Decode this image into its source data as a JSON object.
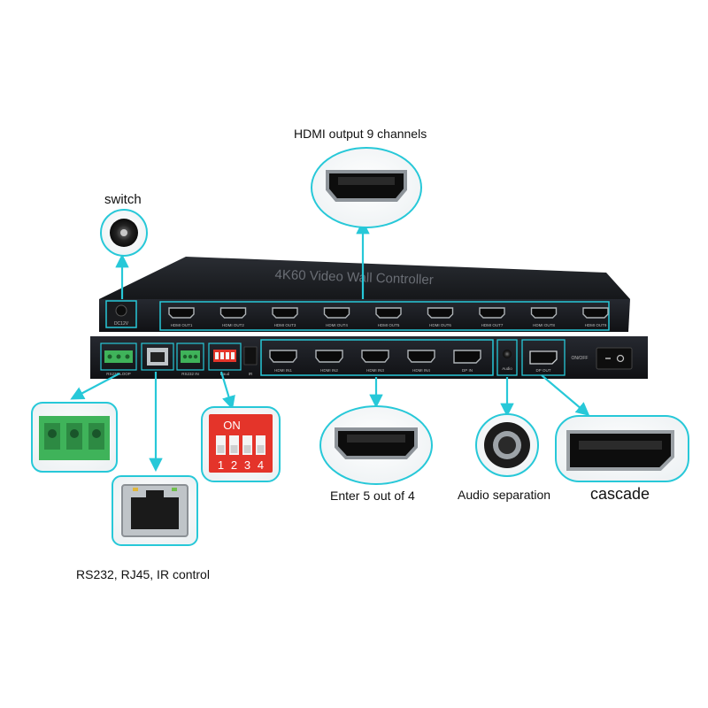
{
  "labels": {
    "hdmi_output": "HDMI output 9 channels",
    "switch": "switch",
    "enter": "Enter 5 out of 4",
    "audio": "Audio separation",
    "cascade": "cascade",
    "control": "RS232, RJ45, IR control"
  },
  "device": {
    "title": "4K60 Video Wall Controller",
    "dc_label": "DC12V",
    "outputs": [
      "HDMI OUT1",
      "HDMI OUT2",
      "HDMI OUT3",
      "HDMI OUT4",
      "HDMI OUT5",
      "HDMI OUT6",
      "HDMI OUT7",
      "HDMI OUT8",
      "HDMI OUT9"
    ],
    "inputs": [
      "HDMI IN1",
      "HDMI IN2",
      "HDMI IN3",
      "HDMI IN4",
      "DP IN"
    ],
    "rs232_loop": "RS232 LOOP",
    "rs232_in": "RS232 IN",
    "dip_label": "Baud",
    "ir_label": "IR",
    "audio_port": "Audio",
    "dp_out": "DP OUT",
    "power_label": "ON/OFF"
  },
  "dip_switch": {
    "on_label": "ON",
    "numbers": [
      "1",
      "2",
      "3",
      "4"
    ]
  },
  "colors": {
    "callout": "#27c8d8",
    "device": "#1d1f23",
    "dip": "#e4342a",
    "terminal": "#3fb35a"
  },
  "icons": [
    "dc-jack-icon",
    "hdmi-port-icon",
    "rj45-port-icon",
    "terminal-block-icon",
    "dip-switch-icon",
    "audio-jack-icon",
    "displayport-icon",
    "power-switch-icon"
  ]
}
